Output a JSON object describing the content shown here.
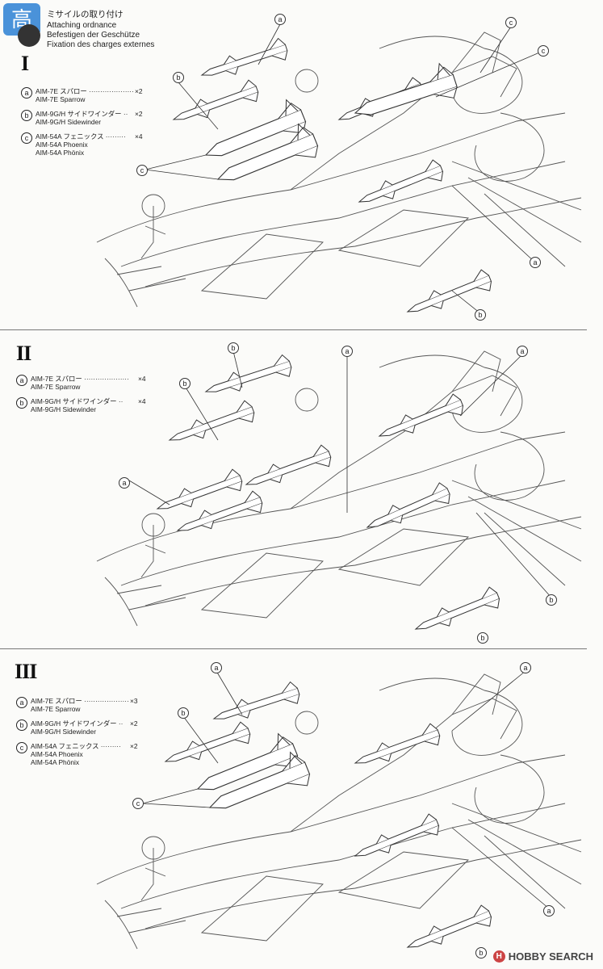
{
  "header": {
    "title_jp": "ミサイルの取り付け",
    "title_en": "Attaching ordnance",
    "title_de": "Befestigen der Geschütze",
    "title_fr": "Fixation des charges externes",
    "logo_text": "高"
  },
  "steps": [
    {
      "numeral": "I",
      "items": [
        {
          "key": "a",
          "jp": "AIM-7E スパロー ····················",
          "qty": "×2",
          "en": "AIM-7E Sparrow"
        },
        {
          "key": "b",
          "jp": "AIM-9G/H サイドワインダー ··",
          "qty": "×2",
          "en": "AIM-9G/H Sidewinder"
        },
        {
          "key": "c",
          "jp": "AIM-54A フェニックス ·········",
          "qty": "×4",
          "en": "AIM-54A Phoenix",
          "en2": "AIM-54A Phönix"
        }
      ],
      "callouts": [
        "a",
        "b",
        "c",
        "c",
        "c",
        "a",
        "b"
      ]
    },
    {
      "numeral": "II",
      "items": [
        {
          "key": "a",
          "jp": "AIM-7E スパロー ····················",
          "qty": "×4",
          "en": "AIM-7E Sparrow"
        },
        {
          "key": "b",
          "jp": "AIM-9G/H サイドワインダー ··",
          "qty": "×4",
          "en": "AIM-9G/H Sidewinder"
        }
      ],
      "callouts": [
        "b",
        "b",
        "a",
        "a",
        "a",
        "b",
        "b"
      ]
    },
    {
      "numeral": "III",
      "items": [
        {
          "key": "a",
          "jp": "AIM-7E スパロー ····················",
          "qty": "×3",
          "en": "AIM-7E Sparrow"
        },
        {
          "key": "b",
          "jp": "AIM-9G/H サイドワインダー ··",
          "qty": "×2",
          "en": "AIM-9G/H Sidewinder"
        },
        {
          "key": "c",
          "jp": "AIM-54A フェニックス ·········",
          "qty": "×2",
          "en": "AIM-54A Phoenix",
          "en2": "AIM-54A Phönix"
        }
      ],
      "callouts": [
        "a",
        "a",
        "b",
        "c",
        "a",
        "b"
      ]
    }
  ],
  "watermark": {
    "badge": "H",
    "text": "HOBBY SEARCH"
  }
}
